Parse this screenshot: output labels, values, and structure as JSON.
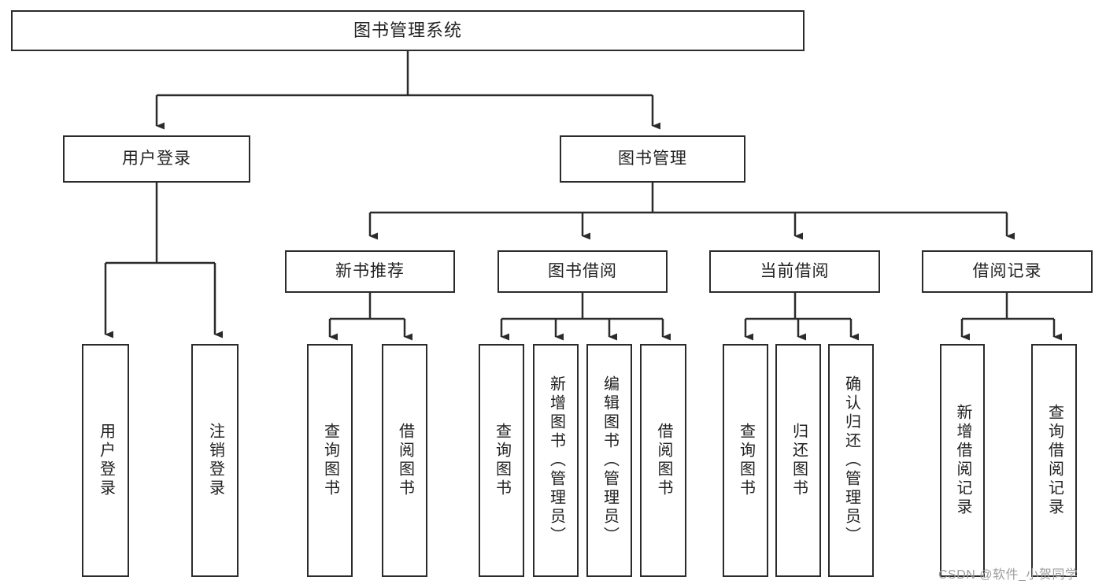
{
  "diagram": {
    "title": "图书管理系统",
    "watermark": "CSDN @软件_小贺同学",
    "colors": {
      "box_border": "#2b2b2b",
      "edge": "#2b2b2b",
      "background": "#ffffff",
      "text": "#222222",
      "watermark": "#9d9d9d"
    },
    "levels": {
      "root": "图书管理系统",
      "level2": [
        "用户登录",
        "图书管理"
      ],
      "level3": [
        "新书推荐",
        "图书借阅",
        "当前借阅",
        "借阅记录"
      ]
    },
    "nodes": {
      "root": {
        "label": "图书管理系统"
      },
      "user_login": {
        "label": "用户登录"
      },
      "book_manage": {
        "label": "图书管理"
      },
      "new_book_rec": {
        "label": "新书推荐"
      },
      "book_borrow": {
        "label": "图书借阅"
      },
      "current_borrow": {
        "label": "当前借阅"
      },
      "borrow_record": {
        "label": "借阅记录"
      },
      "leaf_user_login": {
        "label": "用户登录"
      },
      "leaf_logout": {
        "label": "注销登录"
      },
      "leaf_query_book_1": {
        "label": "查询图书"
      },
      "leaf_borrow_book_1": {
        "label": "借阅图书"
      },
      "leaf_query_book_2": {
        "label": "查询图书"
      },
      "leaf_add_book": {
        "label": "新增图书（管理员）"
      },
      "leaf_edit_book": {
        "label": "编辑图书（管理员）"
      },
      "leaf_borrow_book_2": {
        "label": "借阅图书"
      },
      "leaf_query_book_3": {
        "label": "查询图书"
      },
      "leaf_return_book": {
        "label": "归还图书"
      },
      "leaf_confirm_return": {
        "label": "确认归还（管理员）"
      },
      "leaf_add_record": {
        "label": "新增借阅记录"
      },
      "leaf_query_record": {
        "label": "查询借阅记录"
      }
    }
  }
}
